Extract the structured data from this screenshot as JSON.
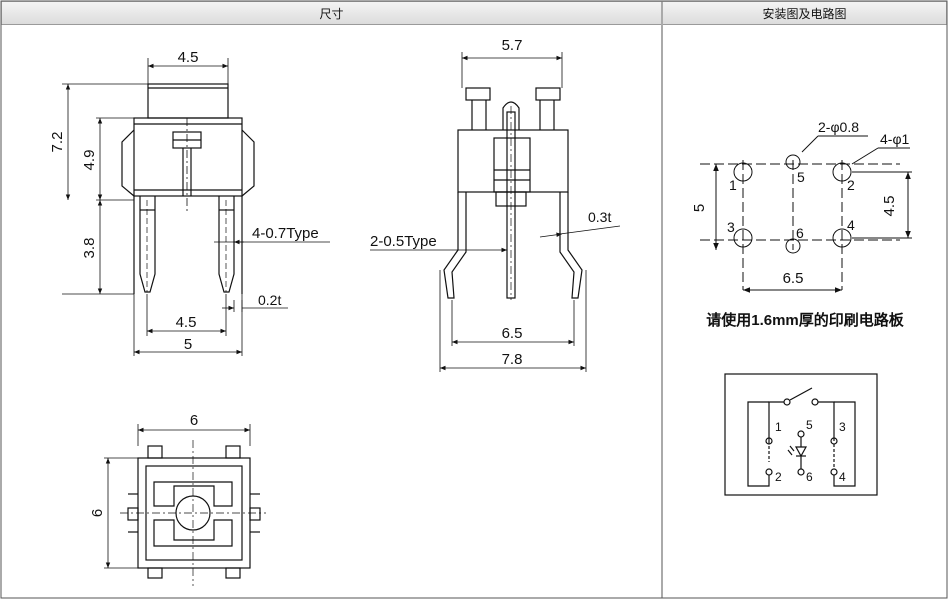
{
  "header": {
    "left_title": "尺寸",
    "right_title": "安装图及电路图"
  },
  "dims": {
    "top_width": "4.5",
    "total_height": "7.2",
    "body_height": "4.9",
    "pin_height": "3.8",
    "lead_type_4": "4-0.7Type",
    "lead_thickness_left": "0.2t",
    "pin_pitch": "4.5",
    "base_width": "5",
    "side_top_width": "5.7",
    "lead_type_2": "2-0.5Type",
    "lead_thickness_side": "0.3t",
    "side_pitch": "6.5",
    "side_width": "7.8",
    "bottom_width": "6",
    "bottom_height": "6"
  },
  "pcb": {
    "hole_small": "2-φ0.8",
    "hole_large": "4-φ1",
    "height": "5",
    "right_height": "4.5",
    "pitch": "6.5",
    "pads": [
      "1",
      "5",
      "2",
      "3",
      "6",
      "4"
    ],
    "note": "请使用1.6mm厚的印刷电路板"
  },
  "circuit": {
    "labels": [
      "1",
      "5",
      "3",
      "2",
      "6",
      "4"
    ]
  }
}
